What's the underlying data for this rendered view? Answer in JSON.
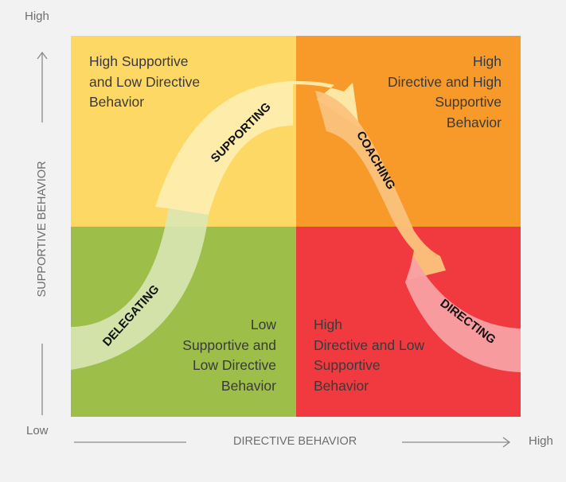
{
  "colors": {
    "background": "#f2f2f2",
    "supporting_quadrant": "#fdd865",
    "coaching_quadrant": "#f89a2a",
    "delegating_quadrant": "#9dbf4a",
    "directing_quadrant": "#f03a40"
  },
  "axes": {
    "y_label": "SUPPORTIVE BEHAVIOR",
    "x_label": "DIRECTIVE BEHAVIOR",
    "y_high": "High",
    "y_low": "Low",
    "x_high": "High"
  },
  "quadrants": {
    "top_left": [
      "High Supportive",
      "and Low Directive",
      "Behavior"
    ],
    "top_right": [
      "High",
      "Directive and High",
      "Supportive",
      "Behavior"
    ],
    "bottom_left": [
      "Low",
      "Supportive and",
      "Low Directive",
      "Behavior"
    ],
    "bottom_right": [
      "High",
      "Directive and Low",
      "Supportive",
      "Behavior"
    ]
  },
  "styles": [
    "DELEGATING",
    "SUPPORTING",
    "COACHING",
    "DIRECTING"
  ]
}
